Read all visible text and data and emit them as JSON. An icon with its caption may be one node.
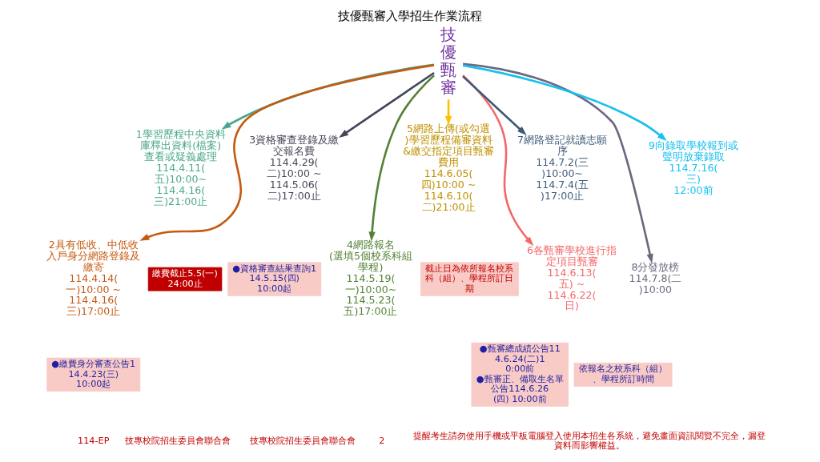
{
  "diagram": {
    "title": "技優甄審入學招生作業流程",
    "nodes": [
      {
        "text": [
          "技優甄審"
        ]
      },
      {
        "text": [
          "1學習歷程中央資料庫釋出資料(檔案)查看或疑義處理",
          "114.4.11(五)10:00~",
          "114.4.16(三)21:00止"
        ]
      },
      {
        "text": [
          "2具有低收、中低收入戶身分網路登錄及繳寄",
          "114.4.14(一)10:00 ~",
          "114.4.16(三)17:00止"
        ]
      },
      {
        "text": [
          "●繳費身分審查公告114.4.23(三)10:00起"
        ]
      },
      {
        "text": [
          "3資格審查登錄及繳交報名費",
          "114.4.29(二)10:00 ~",
          "114.5.06(二)17:00止"
        ]
      },
      {
        "text": [
          "繳費截止5.5(一)24:00止"
        ]
      },
      {
        "text": [
          "●資格審查結果查詢114.5.15(四)10:00起"
        ]
      },
      {
        "text": [
          "4網路報名",
          "(選填5個校系科組學程)",
          "114.5.19(一)10:00~",
          "114.5.23(五)17:00止"
        ]
      },
      {
        "text": [
          "5網路上傳(或勾選)學習歷程備審資料&繳交指定項目甄審費用",
          "114.6.05(四)10:00 ~",
          "114.6.10(二)21:00止"
        ]
      },
      {
        "text": [
          "截止日為依所報名校系科（組）、學程所訂日期"
        ]
      },
      {
        "text": [
          "●甄審總成績公告114.6.24(二)10:00前",
          "●甄審正、備取生名單公告114.6.26(四) 10:00前"
        ]
      },
      {
        "text": [
          "6各甄審學校進行指定項目甄審",
          "114.6.13(五) ~",
          "114.6.22(日)"
        ]
      },
      {
        "text": [
          "依報名之校系科（組）、學程所訂時間"
        ]
      },
      {
        "text": [
          "7網路登記就讀志願序",
          "114.7.2(三)10:00~",
          "114.7.4(五)17:00止"
        ]
      },
      {
        "text": [
          "8分發放榜",
          "114.7.8(二)10:00"
        ]
      },
      {
        "text": [
          "9向錄取學校報到或聲明放棄錄取",
          "114.7.16(三)",
          "12:00前"
        ]
      }
    ],
    "edges": [
      {
        "from": 0,
        "to": 1,
        "arrow": "to",
        "color": "#4aa88a"
      },
      {
        "from": 0,
        "to": 2,
        "arrow": "to",
        "color": "#c55a11"
      },
      {
        "from": 0,
        "to": 4,
        "arrow": "to",
        "color": "#44475a"
      },
      {
        "from": 0,
        "to": 7,
        "arrow": "to",
        "color": "#538135"
      },
      {
        "from": 0,
        "to": 8,
        "arrow": "to",
        "color": "#ffc000"
      },
      {
        "from": 0,
        "to": 11,
        "arrow": "to",
        "color": "#f4686a"
      },
      {
        "from": 0,
        "to": 13,
        "arrow": "to",
        "color": "#3e5a78"
      },
      {
        "from": 0,
        "to": 14,
        "arrow": "to",
        "color": "#6b6880"
      },
      {
        "from": 0,
        "to": 15,
        "arrow": "to",
        "color": "#18c0f0"
      }
    ],
    "labels": [
      "114-EP",
      "技專校院招生委員會聯合會",
      "技專校院招生委員會聯合會",
      "2",
      "提醒考生請勿使用手機或平板電腦登入使用本招生各系統，避免畫面資訊閱覽不完全，漏登資料而影響權益。"
    ]
  }
}
